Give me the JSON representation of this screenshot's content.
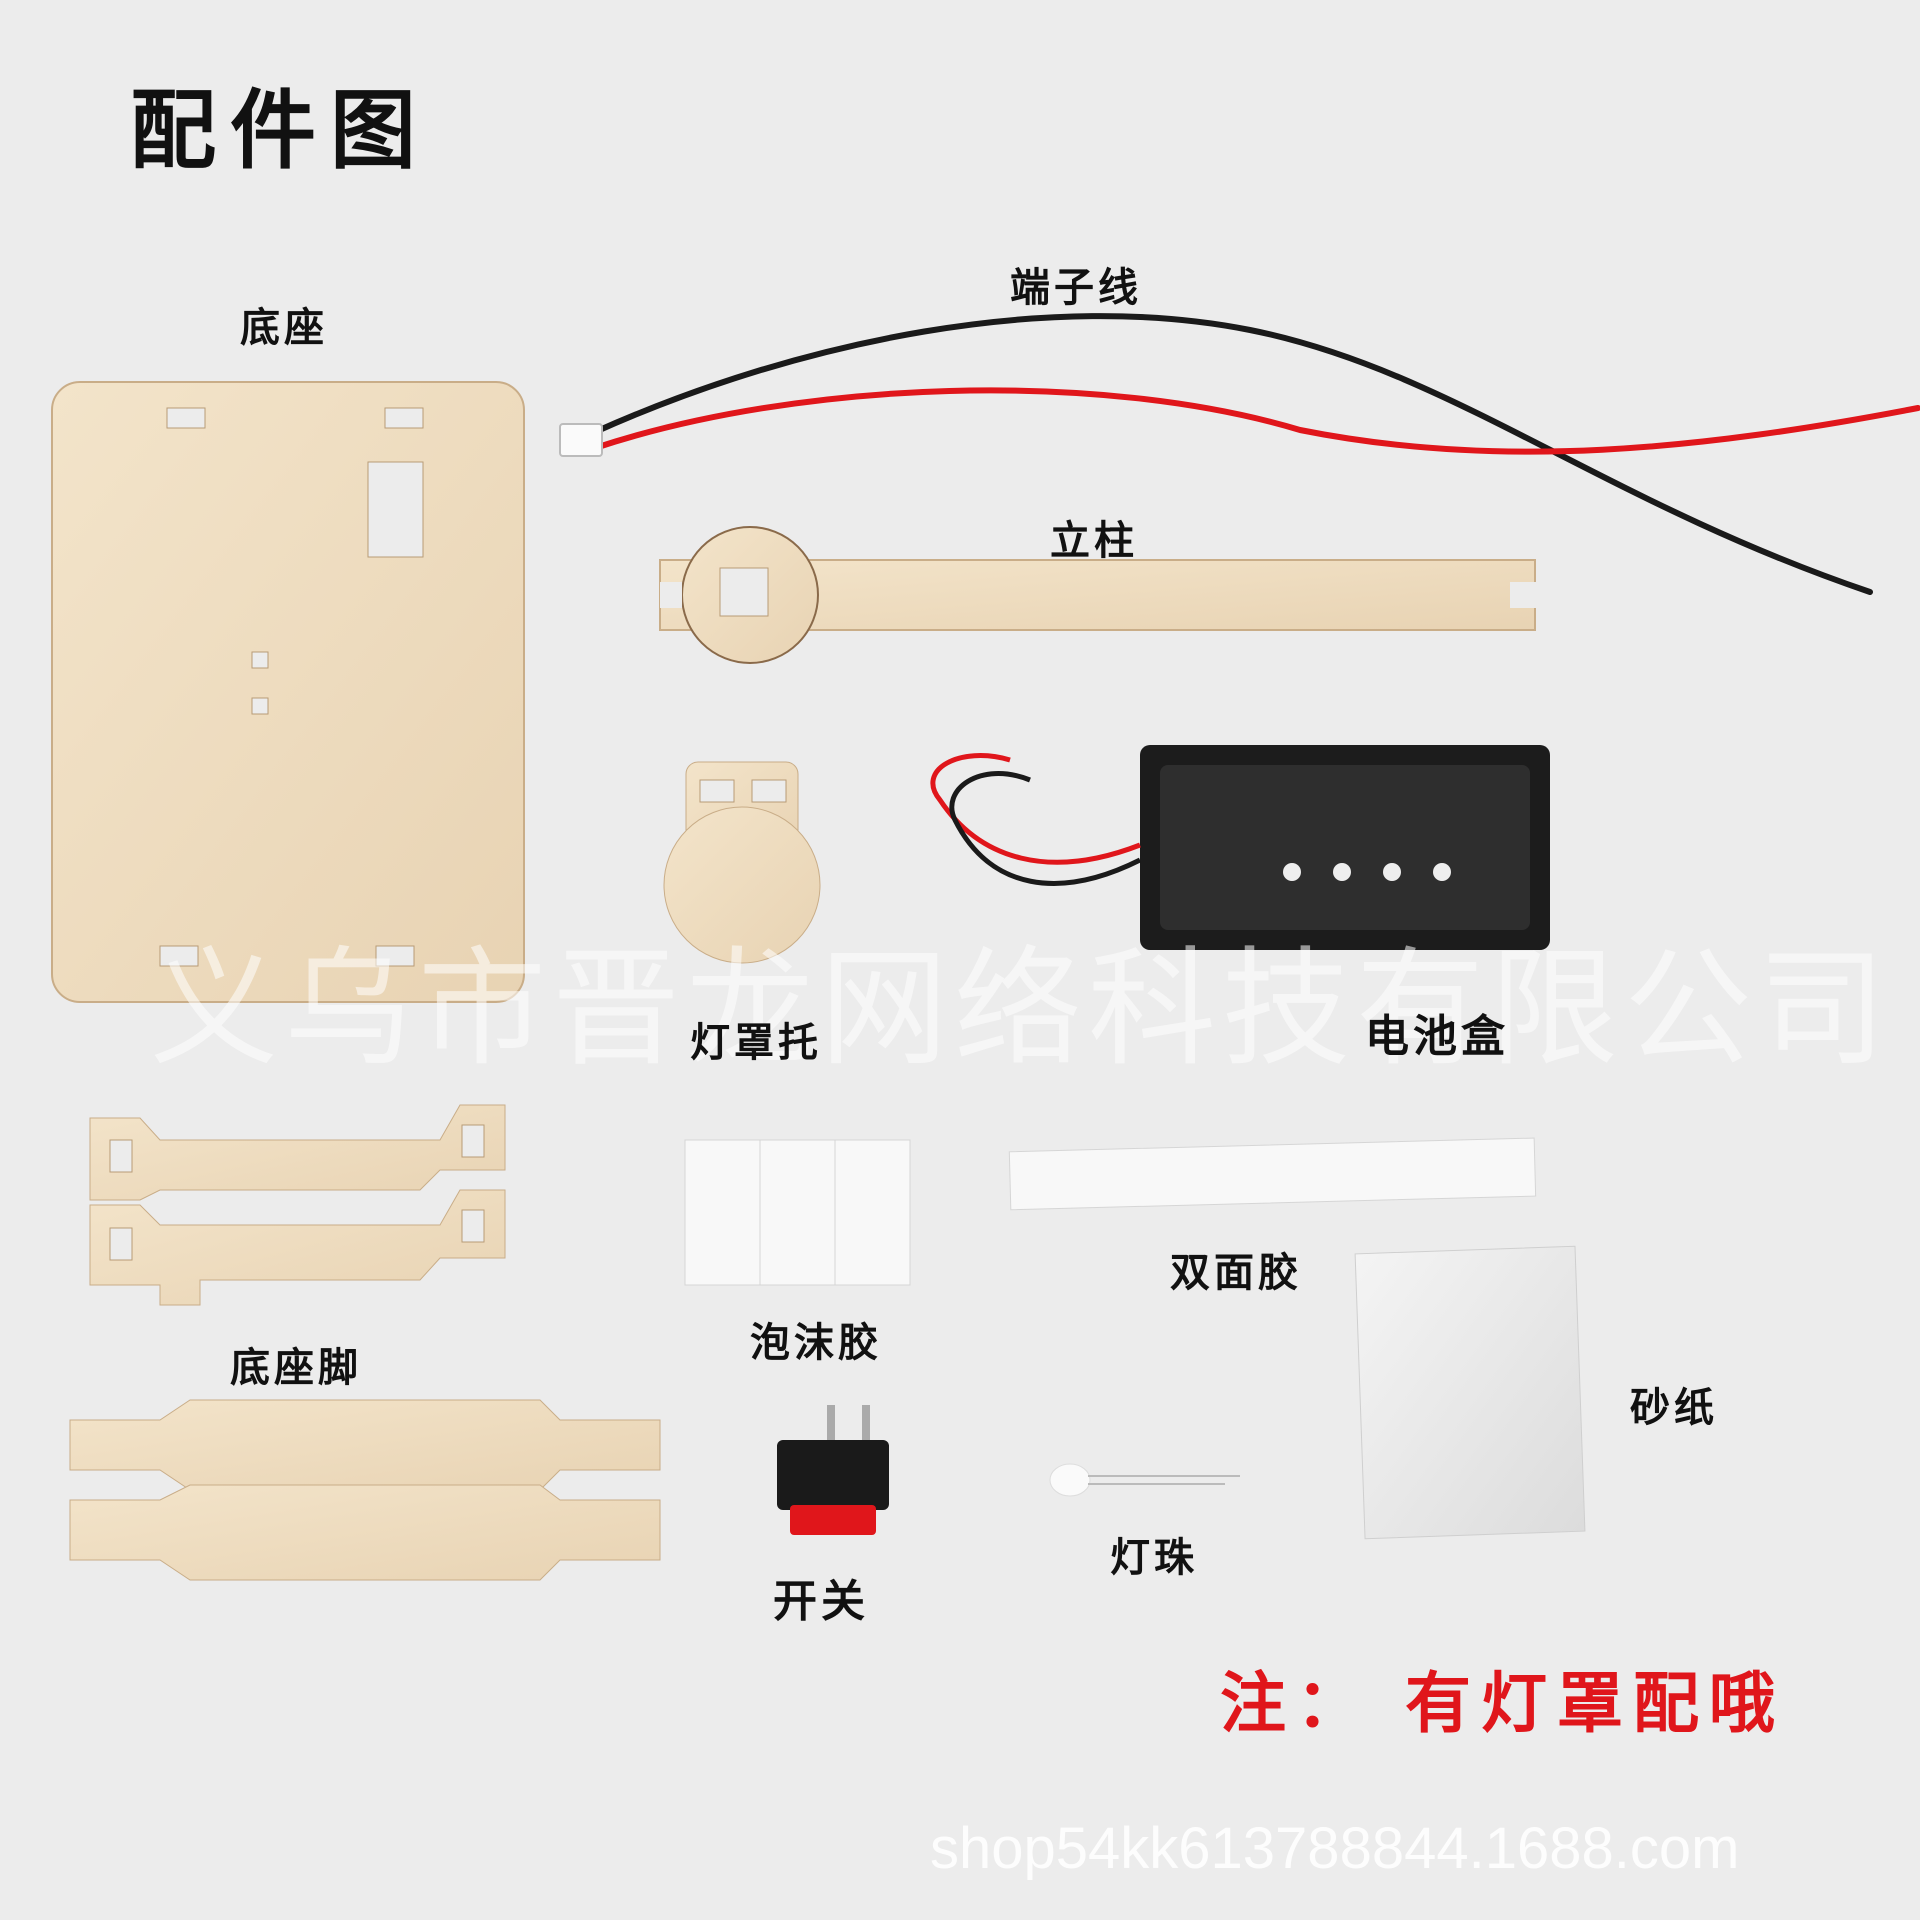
{
  "title": "配件图",
  "watermark": "义乌市晋龙网络科技有限公司",
  "footer_url": "shop54kk613788844.1688.com",
  "note": "注： 有灯罩配哦",
  "parts": {
    "base": "底座",
    "wire": "端子线",
    "pillar": "立柱",
    "lamp_holder": "灯罩托",
    "battery_box": "电池盒",
    "base_feet": "底座脚",
    "foam_tape": "泡沫胶",
    "double_tape": "双面胶",
    "sandpaper": "砂纸",
    "switch": "开关",
    "led": "灯珠"
  },
  "colors": {
    "background": "#ececec",
    "wood": "#efdcc0",
    "note_red": "#e0161b",
    "wire_red": "#e0161b",
    "wire_black": "#1a1a1a"
  }
}
